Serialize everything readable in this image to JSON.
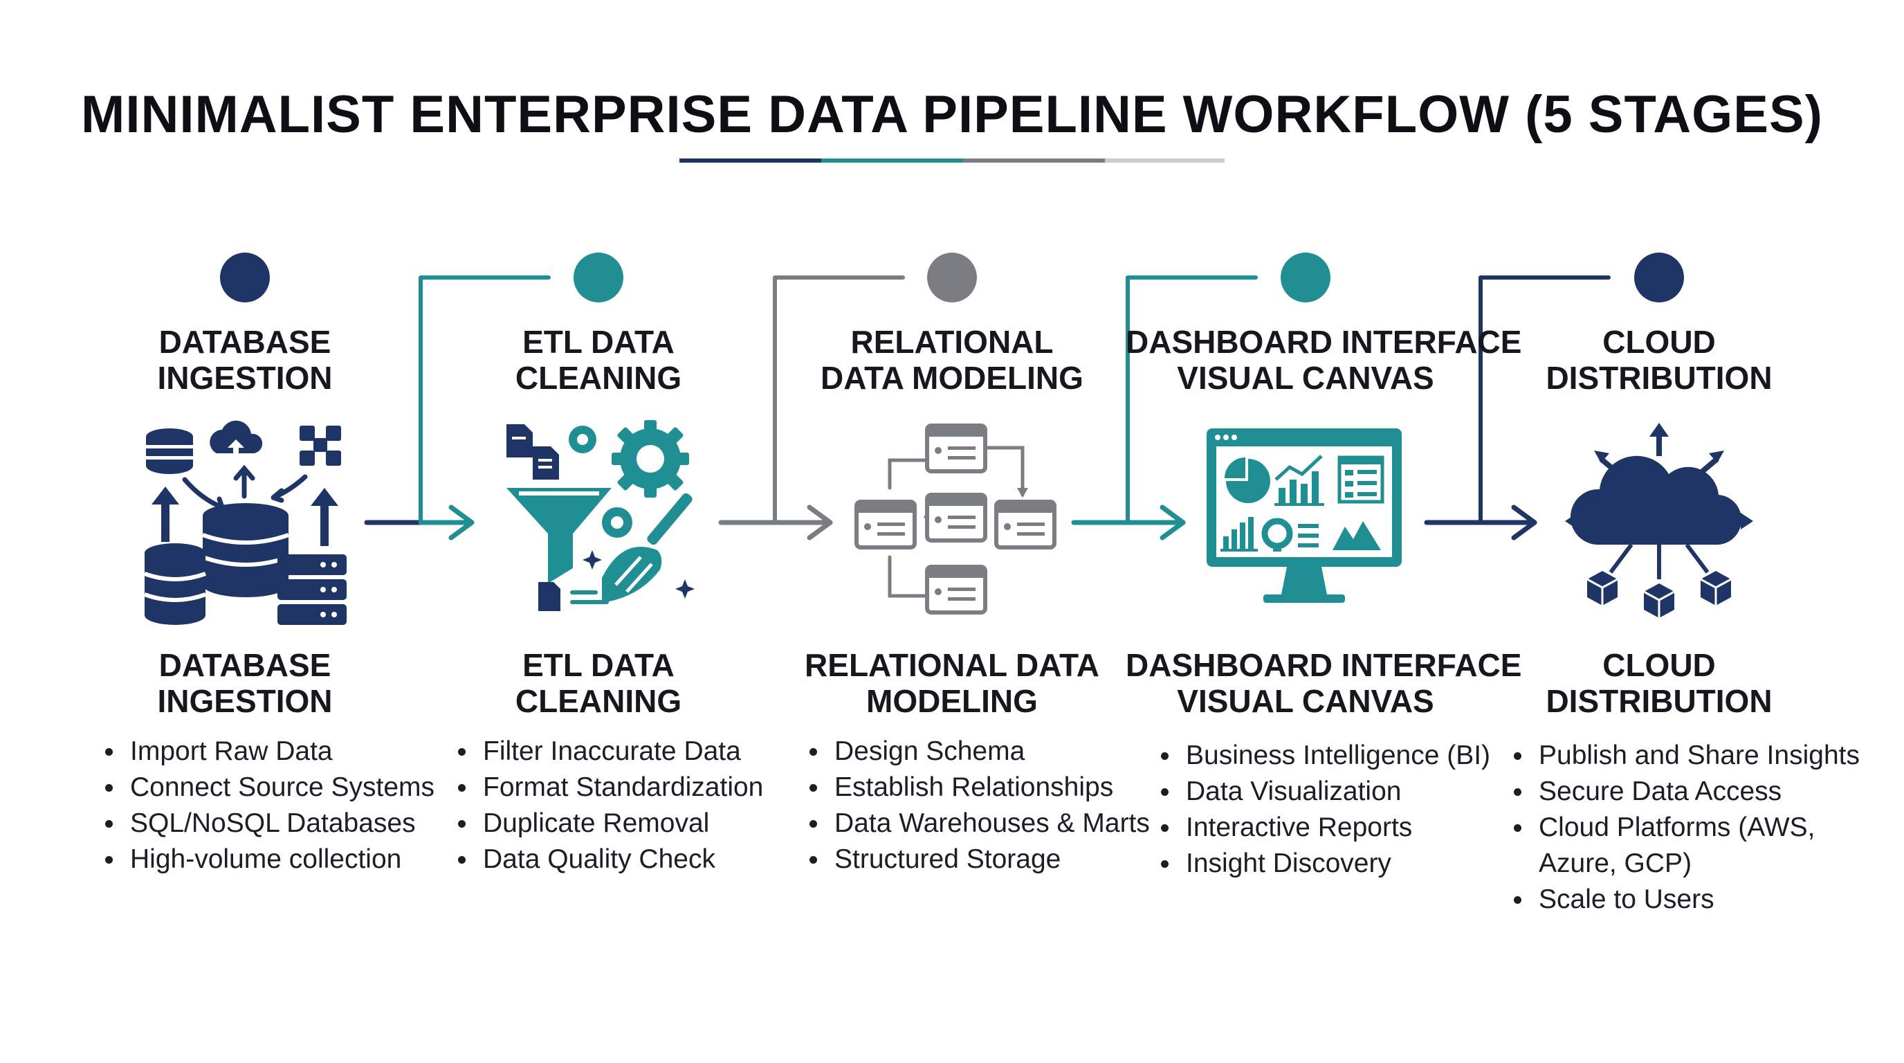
{
  "title": "MINIMALIST ENTERPRISE DATA PIPELINE WORKFLOW (5 STAGES)",
  "colors": {
    "navy": "#1f3566",
    "teal": "#1f8f93",
    "gray": "#7a7d82",
    "underline": [
      "#1f3566",
      "#1f8f93",
      "#7a7d82",
      "#c9cbce"
    ]
  },
  "stages": [
    {
      "dot_color": "navy",
      "icon": "database-ingestion-icon",
      "top_title": [
        "DATABASE",
        "INGESTION"
      ],
      "bottom_title": [
        "DATABASE",
        "INGESTION"
      ],
      "bullets": [
        "Import Raw Data",
        "Connect Source Systems",
        "SQL/NoSQL Databases",
        "High-volume collection"
      ]
    },
    {
      "dot_color": "teal",
      "icon": "etl-cleaning-icon",
      "top_title": [
        "ETL DATA",
        "CLEANING"
      ],
      "bottom_title": [
        "ETL DATA",
        "CLEANING"
      ],
      "bullets": [
        "Filter Inaccurate Data",
        "Format Standardization",
        "Duplicate Removal",
        "Data Quality Check"
      ]
    },
    {
      "dot_color": "gray",
      "icon": "relational-modeling-icon",
      "top_title": [
        "RELATIONAL",
        "DATA MODELING"
      ],
      "bottom_title": [
        "RELATIONAL DATA",
        "MODELING"
      ],
      "bullets": [
        "Design Schema",
        "Establish Relationships",
        "Data Warehouses & Marts",
        "Structured Storage"
      ]
    },
    {
      "dot_color": "teal",
      "icon": "dashboard-monitor-icon",
      "top_title": [
        "DASHBOARD INTERFACE",
        "VISUAL CANVAS"
      ],
      "bottom_title": [
        "DASHBOARD INTERFACE",
        "VISUAL CANVAS"
      ],
      "bullets": [
        "Business Intelligence (BI)",
        "Data Visualization",
        "Interactive Reports",
        "Insight Discovery"
      ]
    },
    {
      "dot_color": "navy",
      "icon": "cloud-distribution-icon",
      "top_title": [
        "CLOUD",
        "DISTRIBUTION"
      ],
      "bottom_title": [
        "CLOUD",
        "DISTRIBUTION"
      ],
      "bullets": [
        "Publish and Share Insights",
        "Secure Data Access",
        "Cloud Platforms (AWS,",
        "Azure, GCP)",
        "Scale to Users"
      ]
    }
  ]
}
